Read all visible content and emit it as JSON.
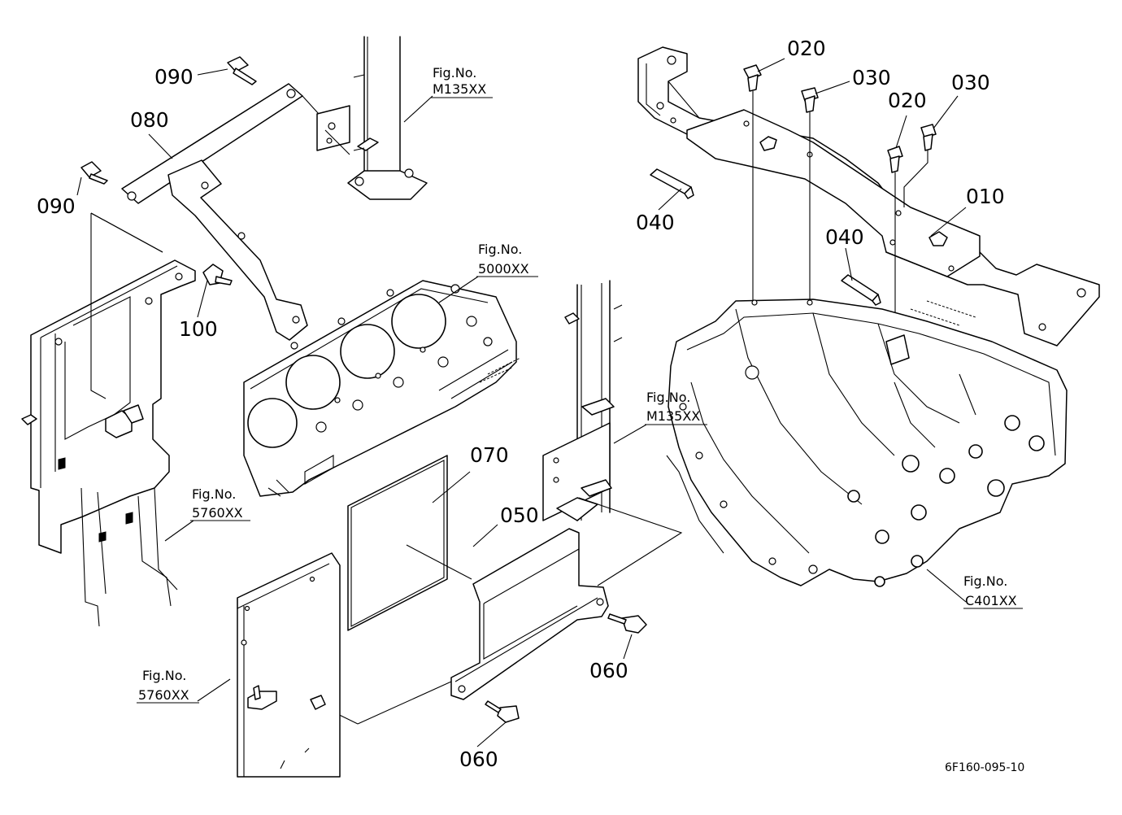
{
  "part_labels": {
    "p010": "010",
    "p020a": "020",
    "p020b": "020",
    "p030a": "030",
    "p030b": "030",
    "p040a": "040",
    "p040b": "040",
    "p050": "050",
    "p060a": "060",
    "p060b": "060",
    "p070": "070",
    "p080": "080",
    "p090a": "090",
    "p090b": "090",
    "p100": "100"
  },
  "figure_refs": {
    "fig_prefix": "Fig.No.",
    "ref_m135_top": "M135XX",
    "ref_5000": "5000XX",
    "ref_m135_mid": "M135XX",
    "ref_5760_left": "5760XX",
    "ref_5760_bottom": "5760XX",
    "ref_c401": "C401XX"
  },
  "drawing_code": "6F160-095-10"
}
